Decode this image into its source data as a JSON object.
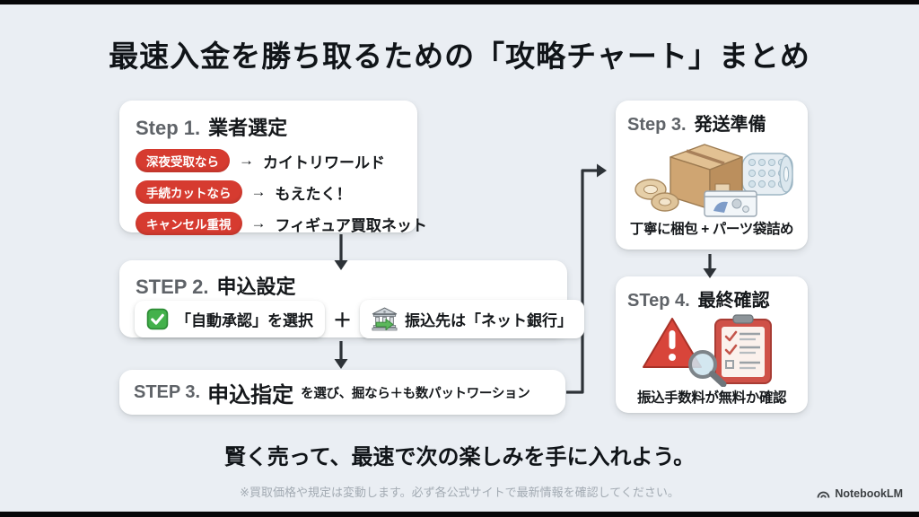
{
  "page": {
    "title": "最速入金を勝ち取るための「攻略チャート」まとめ",
    "tagline": "賢く売って、最速で次の楽しみを手に入れよう。",
    "footnote": "※買取価格や規定は変動します。必ず各公式サイトで最新情報を確認してください。",
    "brand": "NotebookLM"
  },
  "colors": {
    "background": "#eaeef3",
    "card": "#ffffff",
    "badge_red": "#d63b30",
    "text_dark": "#15181b",
    "label_gray": "#5f6368",
    "footnote_gray": "#a3abb3",
    "arrow": "#2d3237",
    "check_green": "#43b14b"
  },
  "step1": {
    "label": "Step 1.",
    "title": "業者選定",
    "rows": [
      {
        "badge": "深夜受取なら",
        "arrow": "→",
        "text": "カイトリワールド"
      },
      {
        "badge": "手続カットなら",
        "arrow": "→",
        "text": "もえたく！"
      },
      {
        "badge": "キャンセル重視",
        "arrow": "→",
        "text": "フィギュア買取ネット"
      }
    ]
  },
  "step2": {
    "label": "STEP 2.",
    "title": "申込設定",
    "option1": "「自動承認」を選択",
    "plus": "＋",
    "option2": "振込先は「ネット銀行」"
  },
  "step3_left": {
    "label": "STEP 3.",
    "title": "申込指定",
    "suffix": "を選び、掘なら＋も数パットワーション"
  },
  "step3_right": {
    "label": "Step 3.",
    "title": "発送準備",
    "caption": "丁寧に梱包 + パーツ袋詰め"
  },
  "step4": {
    "label": "STep 4.",
    "title": "最終確認",
    "caption": "振込手数料が無料か確認"
  },
  "icons": {
    "check": "green-check-box",
    "bank": "bank-transfer",
    "packing": "box-bubblewrap-tape-bag",
    "final_check": "warning-clipboard-magnifier",
    "brand_logo": "notebooklm-arc"
  }
}
